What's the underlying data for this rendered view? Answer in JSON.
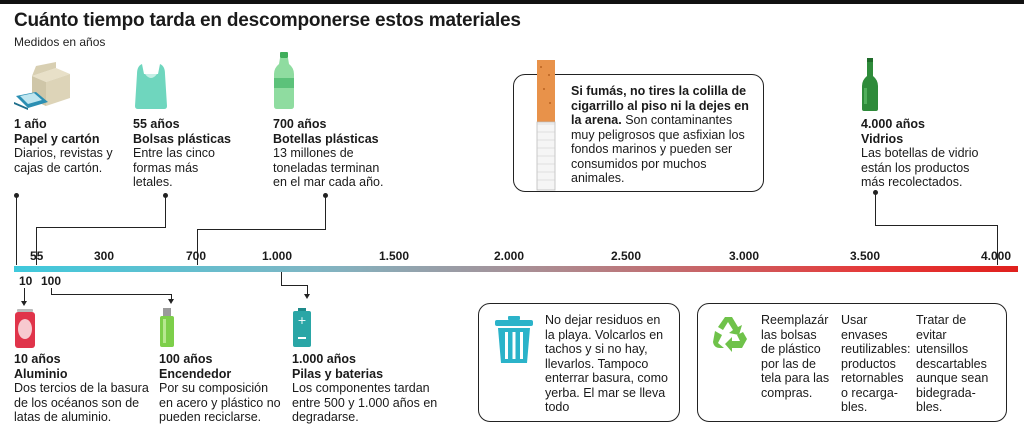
{
  "header": {
    "title": "Cuánto tiempo tarda en descomponerse estos materiales",
    "subtitle": "Medidos en años"
  },
  "chart_data": {
    "type": "timeline",
    "title": "Cuánto tiempo tarda en descomponerse estos materiales",
    "subtitle": "Medidos en años",
    "axis_range": [
      0,
      4000
    ],
    "ticks_top": [
      "55",
      "300",
      "700",
      "1.000",
      "1.500",
      "2.000",
      "2.500",
      "3.000",
      "3.500",
      "4.000"
    ],
    "ticks_bottom": [
      "10",
      "100"
    ],
    "items": [
      {
        "years": 1,
        "year_label": "1 año",
        "name": "Papel y cartón",
        "desc": "Diarios, revistas y cajas de cartón.",
        "icon": "carton-icon",
        "side": "top"
      },
      {
        "years": 55,
        "year_label": "55 años",
        "name": "Bolsas plásticas",
        "desc": "Entre las cinco formas más letales.",
        "icon": "plastic-bag-icon",
        "side": "top"
      },
      {
        "years": 700,
        "year_label": "700 años",
        "name": "Botellas plásticas",
        "desc": "13 millones de toneladas terminan en el mar cada año.",
        "icon": "plastic-bottle-icon",
        "side": "top"
      },
      {
        "years": 4000,
        "year_label": "4.000 años",
        "name": "Vidrios",
        "desc": "Las botellas de vidrio están los productos más recolectados.",
        "icon": "glass-bottle-icon",
        "side": "top"
      },
      {
        "years": 10,
        "year_label": "10 años",
        "name": "Aluminio",
        "desc": "Dos tercios de la basura de los océanos son de latas de aluminio.",
        "icon": "aluminum-can-icon",
        "side": "bottom"
      },
      {
        "years": 100,
        "year_label": "100 años",
        "name": "Encendedor",
        "desc": "Por su composición en acero y plástico no pueden reciclarse.",
        "icon": "lighter-icon",
        "side": "bottom"
      },
      {
        "years": 1000,
        "year_label": "1.000 años",
        "name": "Pilas y baterias",
        "desc": "Los componentes tardan entre 500 y  1.000 años en degradarse.",
        "icon": "battery-icon",
        "side": "bottom"
      }
    ],
    "colors": {
      "start": "#3fc9dc",
      "end": "#e0201d"
    }
  },
  "cigarette_box": {
    "bold": "Si fumás, no tires la colilla de cigarrillo al piso ni la dejes en la arena.",
    "text": " Son contaminantes muy peligrosos que asfixian los fondos marinos y pueden ser consumidos por muchos animales."
  },
  "tips": {
    "trash": "No dejar residuos en la playa. Volcarlos en tachos y si no hay, llevarlos. Tampoco enterrar basura, como yerba. El mar se lleva todo",
    "recycle": [
      "Reemplazár las bolsas de plástico por las de tela para las compras.",
      "Usar envases reutilizables: productos retornables o recarga-bles.",
      "Tratar de evitar utensillos descartables aunque sean bidegrada-bles."
    ]
  }
}
